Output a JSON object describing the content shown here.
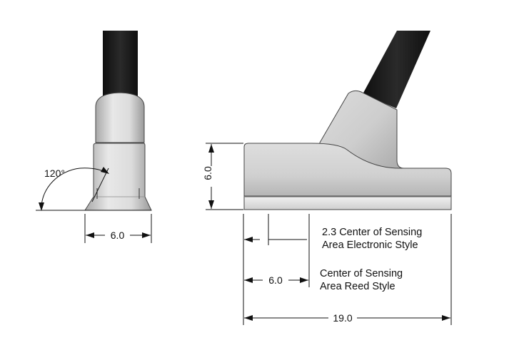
{
  "labels": {
    "angle": "120°",
    "side_width": "6.0",
    "height": "6.0",
    "sensing_offset_electronic": "2.3",
    "note_electronic_line1": "Center of Sensing",
    "note_electronic_line2": "Area Electronic Style",
    "sensing_offset_reed": "6.0",
    "note_reed_line1": "Center of Sensing",
    "note_reed_line2": "Area Reed Style",
    "overall_length": "19.0"
  },
  "colors": {
    "cable": "#1c1c1c",
    "body_light": "#e6e6e6",
    "body_mid": "#c9c9c9",
    "body_dark": "#9d9d9d",
    "outline": "#333333",
    "dimension": "#111111"
  }
}
